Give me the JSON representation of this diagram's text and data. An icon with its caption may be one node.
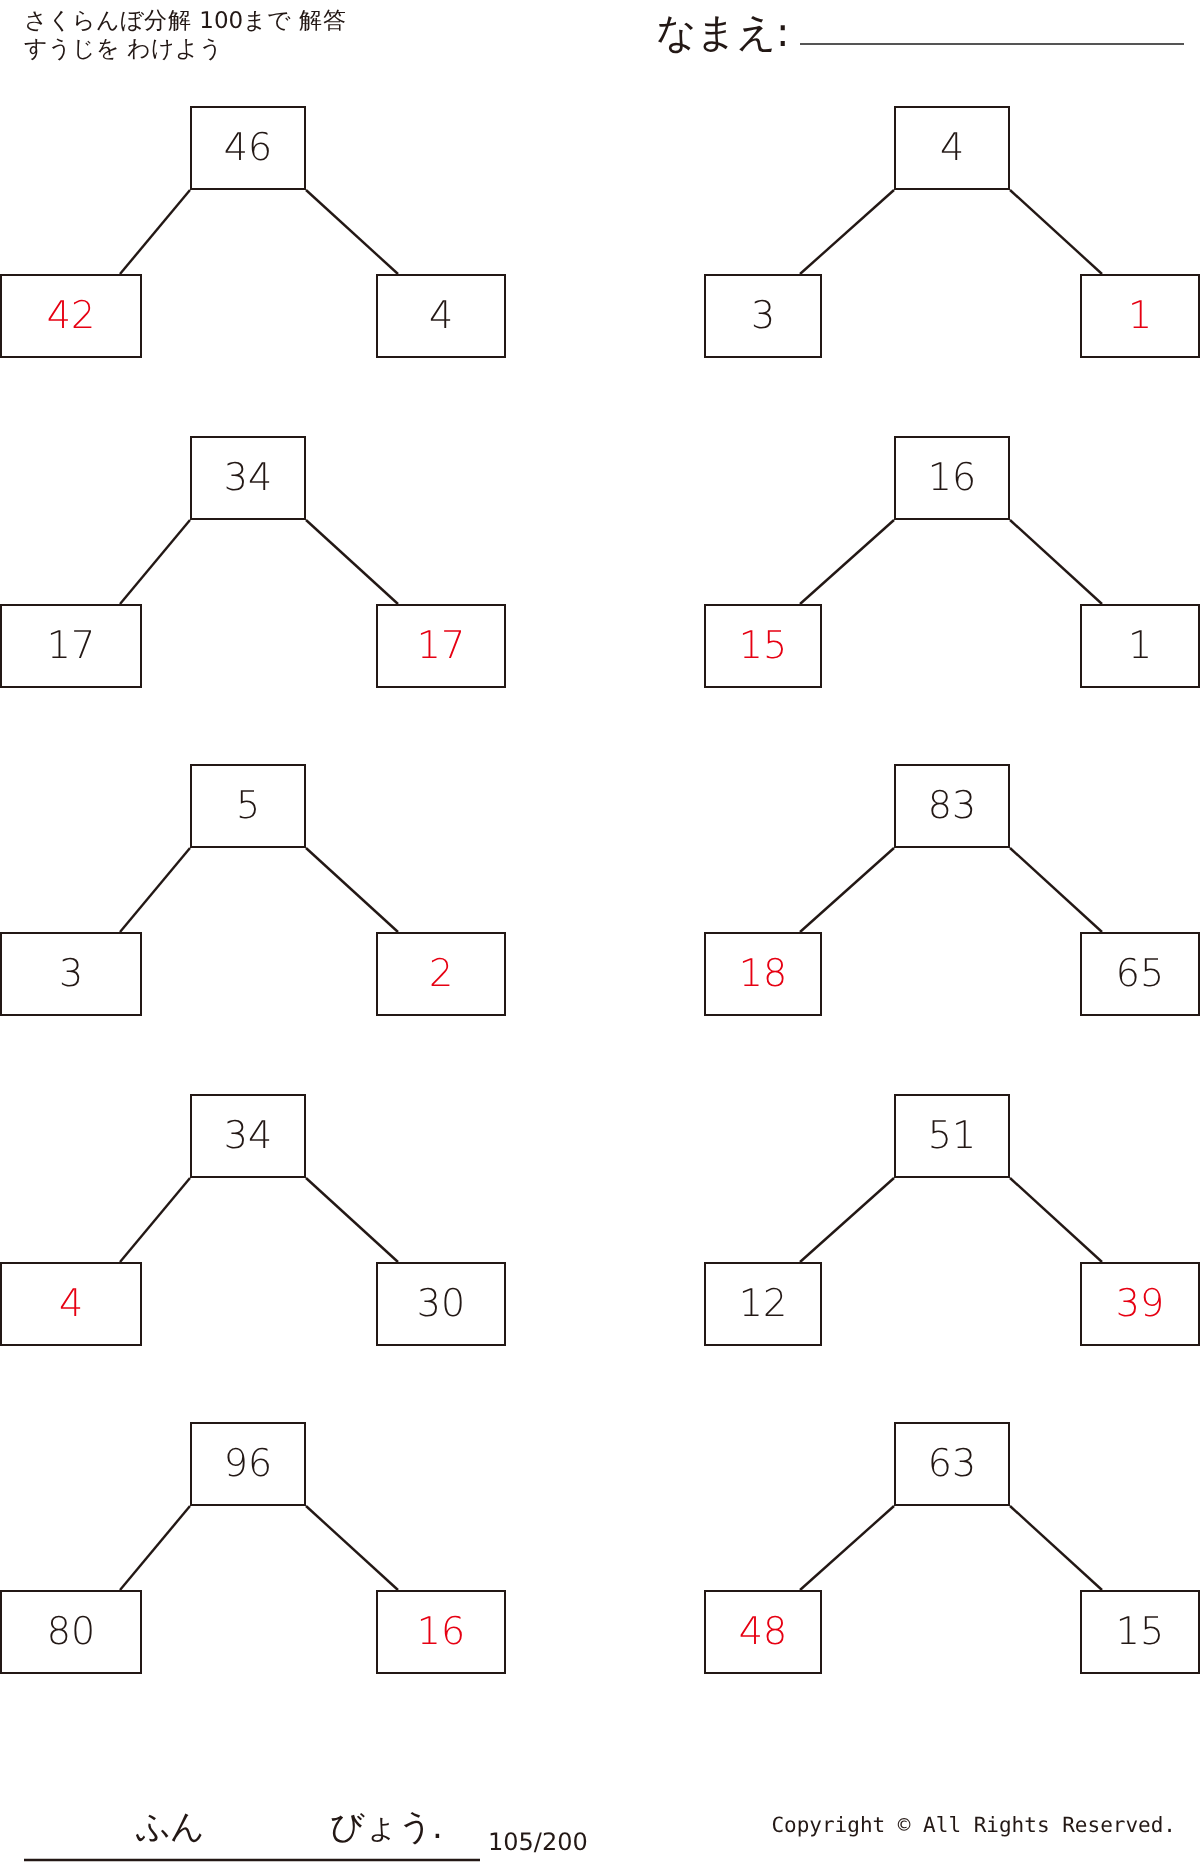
{
  "diagram": {
    "title": "さくらんぼ分解 100まで 解答",
    "nodes": [
      {
        "text": [
          "46"
        ]
      },
      {
        "text": [
          "42"
        ]
      },
      {
        "text": [
          "4"
        ]
      },
      {
        "text": [
          "4"
        ]
      },
      {
        "text": [
          "3"
        ]
      },
      {
        "text": [
          "1"
        ]
      },
      {
        "text": [
          "34"
        ]
      },
      {
        "text": [
          "17"
        ]
      },
      {
        "text": [
          "17"
        ]
      },
      {
        "text": [
          "16"
        ]
      },
      {
        "text": [
          "15"
        ]
      },
      {
        "text": [
          "1"
        ]
      },
      {
        "text": [
          "5"
        ]
      },
      {
        "text": [
          "3"
        ]
      },
      {
        "text": [
          "2"
        ]
      },
      {
        "text": [
          "83"
        ]
      },
      {
        "text": [
          "18"
        ]
      },
      {
        "text": [
          "65"
        ]
      },
      {
        "text": [
          "34"
        ]
      },
      {
        "text": [
          "4"
        ]
      },
      {
        "text": [
          "30"
        ]
      },
      {
        "text": [
          "51"
        ]
      },
      {
        "text": [
          "12"
        ]
      },
      {
        "text": [
          "39"
        ]
      },
      {
        "text": [
          "96"
        ]
      },
      {
        "text": [
          "80"
        ]
      },
      {
        "text": [
          "16"
        ]
      },
      {
        "text": [
          "63"
        ]
      },
      {
        "text": [
          "48"
        ]
      },
      {
        "text": [
          "15"
        ]
      }
    ],
    "edges": [
      {
        "from": 0,
        "to": 1,
        "arrow": "none"
      },
      {
        "from": 0,
        "to": 2,
        "arrow": "none"
      },
      {
        "from": 3,
        "to": 4,
        "arrow": "none"
      },
      {
        "from": 3,
        "to": 5,
        "arrow": "none"
      },
      {
        "from": 6,
        "to": 7,
        "arrow": "none"
      },
      {
        "from": 6,
        "to": 8,
        "arrow": "none"
      },
      {
        "from": 9,
        "to": 10,
        "arrow": "none"
      },
      {
        "from": 9,
        "to": 11,
        "arrow": "none"
      },
      {
        "from": 12,
        "to": 13,
        "arrow": "none"
      },
      {
        "from": 12,
        "to": 14,
        "arrow": "none"
      },
      {
        "from": 15,
        "to": 16,
        "arrow": "none"
      },
      {
        "from": 15,
        "to": 17,
        "arrow": "none"
      },
      {
        "from": 18,
        "to": 19,
        "arrow": "none"
      },
      {
        "from": 18,
        "to": 20,
        "arrow": "none"
      },
      {
        "from": 21,
        "to": 22,
        "arrow": "none"
      },
      {
        "from": 21,
        "to": 23,
        "arrow": "none"
      },
      {
        "from": 24,
        "to": 25,
        "arrow": "none"
      },
      {
        "from": 24,
        "to": 26,
        "arrow": "none"
      },
      {
        "from": 27,
        "to": 28,
        "arrow": "none"
      },
      {
        "from": 27,
        "to": 29,
        "arrow": "none"
      }
    ],
    "labels": [
      "すうじを わけよう",
      "なまえ:",
      "ふん",
      "びょう.",
      "105/200",
      "Copyright © All Rights Reserved."
    ]
  }
}
